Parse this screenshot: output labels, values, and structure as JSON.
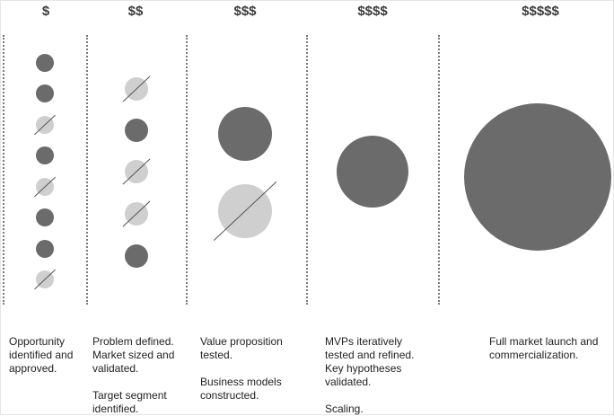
{
  "columns": [
    {
      "header": "$",
      "description": [
        "Opportunity identified and approved."
      ],
      "circles": [
        {
          "state": "filled"
        },
        {
          "state": "filled"
        },
        {
          "state": "rejected"
        },
        {
          "state": "filled"
        },
        {
          "state": "rejected"
        },
        {
          "state": "filled"
        },
        {
          "state": "filled"
        },
        {
          "state": "rejected"
        }
      ]
    },
    {
      "header": "$$",
      "description": [
        "Problem defined. Market sized and validated.",
        "Target segment identified."
      ],
      "circles": [
        {
          "state": "rejected"
        },
        {
          "state": "filled"
        },
        {
          "state": "rejected"
        },
        {
          "state": "rejected"
        },
        {
          "state": "filled"
        }
      ]
    },
    {
      "header": "$$$",
      "description": [
        "Value proposition tested.",
        "Business models constructed."
      ],
      "circles": [
        {
          "state": "filled"
        },
        {
          "state": "rejected"
        }
      ]
    },
    {
      "header": "$$$$",
      "description": [
        "MVPs iteratively tested and refined. Key hypotheses validated.",
        "Scaling."
      ],
      "circles": [
        {
          "state": "filled"
        }
      ]
    },
    {
      "header": "$$$$$",
      "description": [
        "Full market launch and commercialization."
      ],
      "circles": [
        {
          "state": "filled"
        }
      ]
    }
  ],
  "colors": {
    "filled": "#6b6b6b",
    "rejected": "#cfcfcf",
    "strike": "#555555",
    "text": "#222222",
    "header": "#3b3b3b"
  }
}
